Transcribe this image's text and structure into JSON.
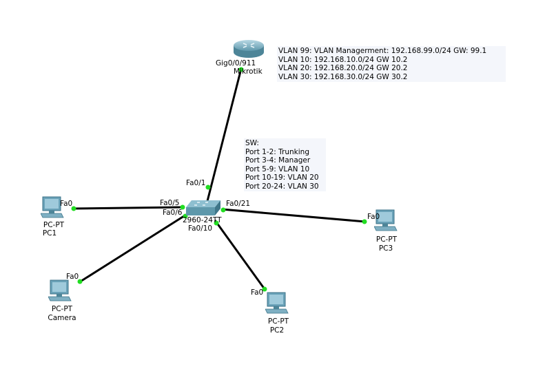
{
  "colors": {
    "link": "#000000",
    "port_up": "#22dd22",
    "note_bg": "#f4f6fb",
    "device_body": "#6aa2b8"
  },
  "router": {
    "name": "Mikrotik",
    "port": "Gig0/0/911",
    "icon": "router-icon"
  },
  "switch": {
    "model": "2960-24TT",
    "icon": "switch-icon",
    "ports": {
      "uplink": "Fa0/1",
      "pc1": "Fa0/5",
      "camera": "Fa0/6",
      "pc2": "Fa0/10",
      "pc3": "Fa0/21"
    }
  },
  "pcs": [
    {
      "id": "pc1",
      "type": "PC-PT",
      "name": "PC1",
      "port": "Fa0",
      "icon": "pc-icon"
    },
    {
      "id": "camera",
      "type": "PC-PT",
      "name": "Camera",
      "port": "Fa0",
      "icon": "pc-icon"
    },
    {
      "id": "pc2",
      "type": "PC-PT",
      "name": "PC2",
      "port": "Fa0",
      "icon": "pc-icon"
    },
    {
      "id": "pc3",
      "type": "PC-PT",
      "name": "PC3",
      "port": "Fa0",
      "icon": "pc-icon"
    }
  ],
  "notes": {
    "vlans": [
      "VLAN 99: VLAN Managerment: 192.168.99.0/24 GW: 99.1",
      "VLAN 10: 192.168.10.0/24 GW 10.2",
      "VLAN 20: 192.168.20.0/24 GW 20.2",
      "VLAN 30: 192.168.30.0/24 GW 30.2"
    ],
    "switch_ports": [
      "SW:",
      "Port 1-2: Trunking",
      "Port 3-4: Manager",
      "Port 5-9: VLAN 10",
      "Port 10-19: VLAN 20",
      "Port 20-24: VLAN 30"
    ]
  }
}
